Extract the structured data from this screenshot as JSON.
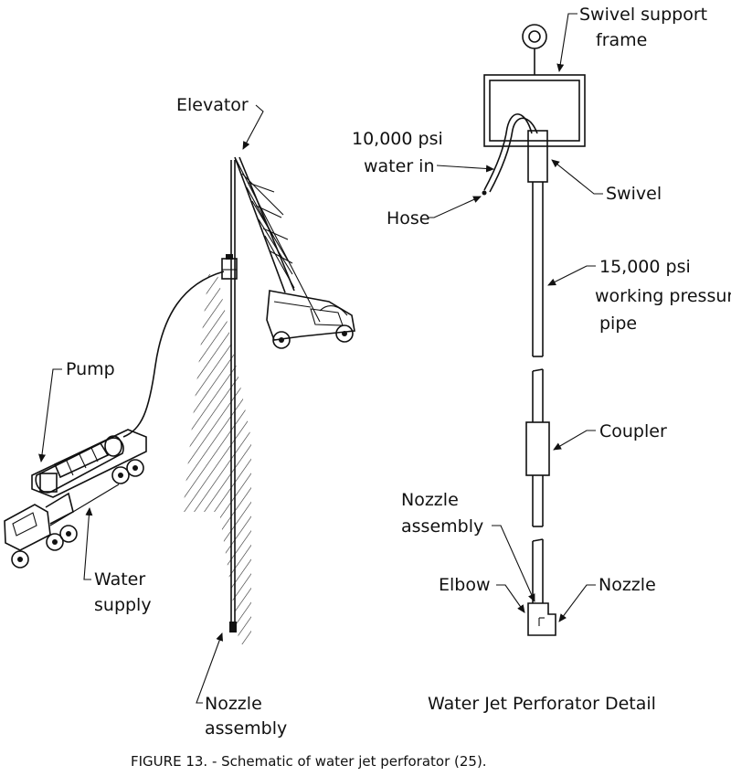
{
  "labels": {
    "elevator": "Elevator",
    "pump": "Pump",
    "water_supply_1": "Water",
    "water_supply_2": "supply",
    "nozzle_assembly_left_1": "Nozzle",
    "nozzle_assembly_left_2": "assembly",
    "swivel_support_frame_1": "Swivel support",
    "swivel_support_frame_2": "frame",
    "water_in_1": "10,000 psi",
    "water_in_2": "water in",
    "hose": "Hose",
    "swivel": "Swivel",
    "pipe_1": "15,000 psi",
    "pipe_2": "working pressure",
    "pipe_3": "pipe",
    "coupler": "Coupler",
    "nozzle_assembly_right_1": "Nozzle",
    "nozzle_assembly_right_2": "assembly",
    "elbow": "Elbow",
    "nozzle": "Nozzle"
  },
  "detail_title": "Water Jet Perforator Detail",
  "caption": "FIGURE 13. - Schematic of water jet perforator (25)."
}
